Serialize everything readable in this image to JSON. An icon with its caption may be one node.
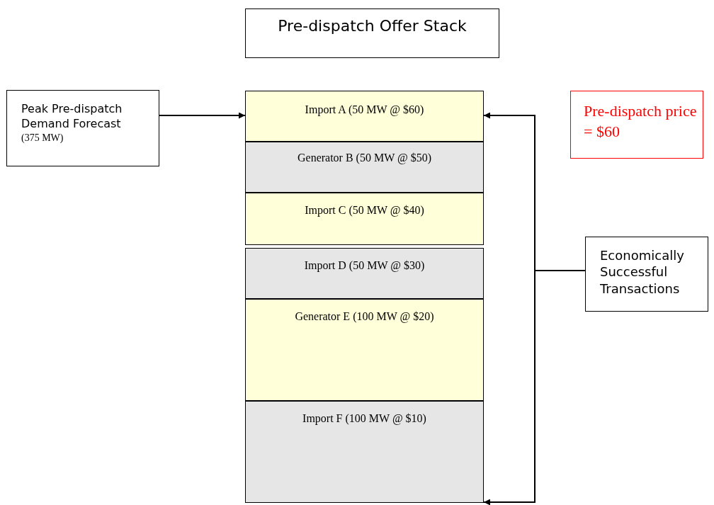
{
  "diagram": {
    "nodes": [
      {
        "text": [
          "Pre-dispatch Offer Stack"
        ]
      },
      {
        "text": [
          "Peak Pre-dispatch Demand Forecast",
          "(375 MW)"
        ]
      },
      {
        "text": [
          "Import A (50 MW @ $60)"
        ]
      },
      {
        "text": [
          "Generator B (50 MW @ $50)"
        ]
      },
      {
        "text": [
          "Import C (50 MW @ $40)"
        ]
      },
      {
        "text": [
          "Import D (50 MW @ $30)"
        ]
      },
      {
        "text": [
          "Generator E (100 MW @ $20)"
        ]
      },
      {
        "text": [
          "Import F (100 MW @ $10)"
        ]
      },
      {
        "text": [
          "Pre-dispatch price = $60"
        ]
      },
      {
        "text": [
          "Economically Successful Transactions"
        ]
      }
    ],
    "edges": [
      {
        "from": 1,
        "to": 2,
        "arrow": "to"
      },
      {
        "from": 9,
        "to": 2,
        "arrow": "to"
      },
      {
        "from": 9,
        "to": 7,
        "arrow": "to"
      }
    ]
  }
}
